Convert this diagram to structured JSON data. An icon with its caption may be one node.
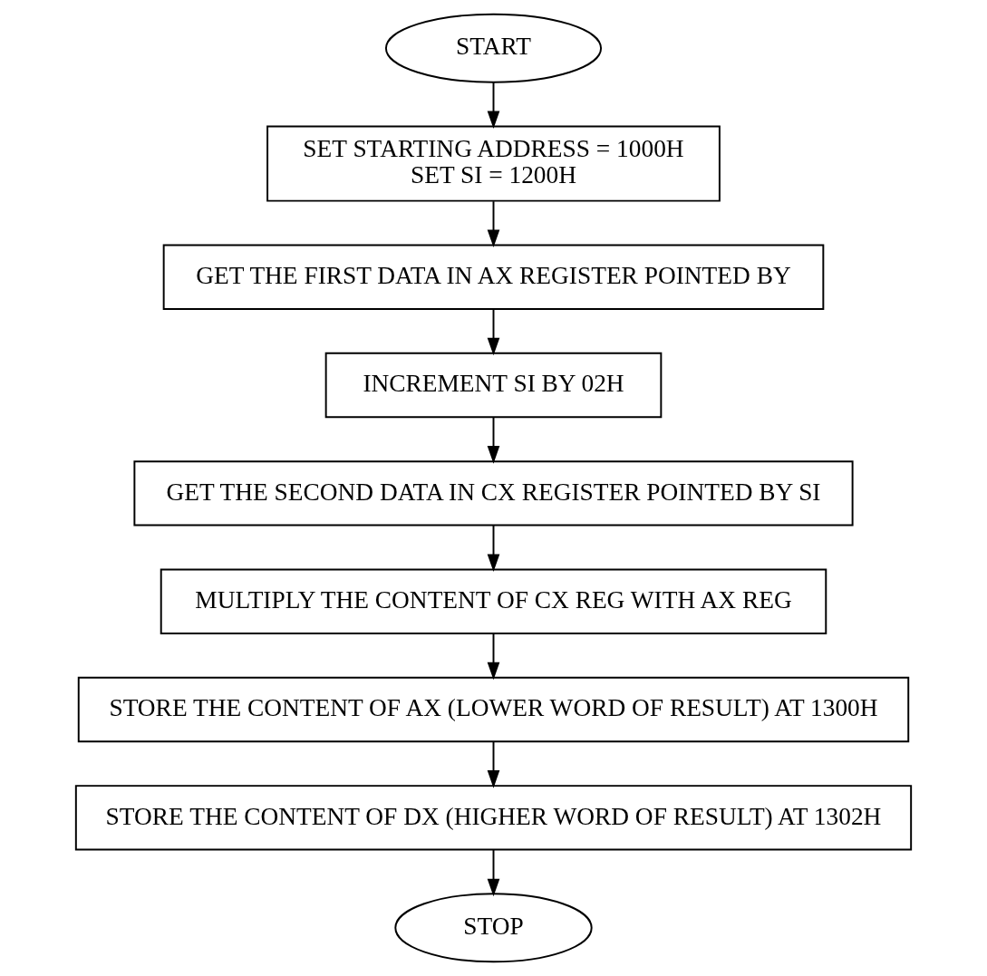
{
  "diagram": {
    "nodes": [
      {
        "text": [
          "START"
        ]
      },
      {
        "text": [
          "SET STARTING ADDRESS = 1000H",
          "SET SI = 1200H"
        ]
      },
      {
        "text": [
          "GET THE FIRST DATA IN AX REGISTER POINTED BY"
        ]
      },
      {
        "text": [
          "INCREMENT SI BY 02H"
        ]
      },
      {
        "text": [
          "GET THE SECOND DATA IN CX REGISTER POINTED BY SI"
        ]
      },
      {
        "text": [
          "MULTIPLY THE CONTENT OF CX REG WITH AX REG"
        ]
      },
      {
        "text": [
          "STORE THE CONTENT OF AX (LOWER WORD OF RESULT) AT 1300H"
        ]
      },
      {
        "text": [
          "STORE THE CONTENT OF DX (HIGHER WORD OF RESULT) AT 1302H"
        ]
      },
      {
        "text": [
          "STOP"
        ]
      }
    ],
    "edges": [
      {
        "from": 0,
        "to": 1,
        "arrow": "to"
      },
      {
        "from": 1,
        "to": 2,
        "arrow": "to"
      },
      {
        "from": 2,
        "to": 3,
        "arrow": "to"
      },
      {
        "from": 3,
        "to": 4,
        "arrow": "to"
      },
      {
        "from": 4,
        "to": 5,
        "arrow": "to"
      },
      {
        "from": 5,
        "to": 6,
        "arrow": "to"
      },
      {
        "from": 6,
        "to": 7,
        "arrow": "to"
      },
      {
        "from": 7,
        "to": 8,
        "arrow": "to"
      }
    ]
  }
}
